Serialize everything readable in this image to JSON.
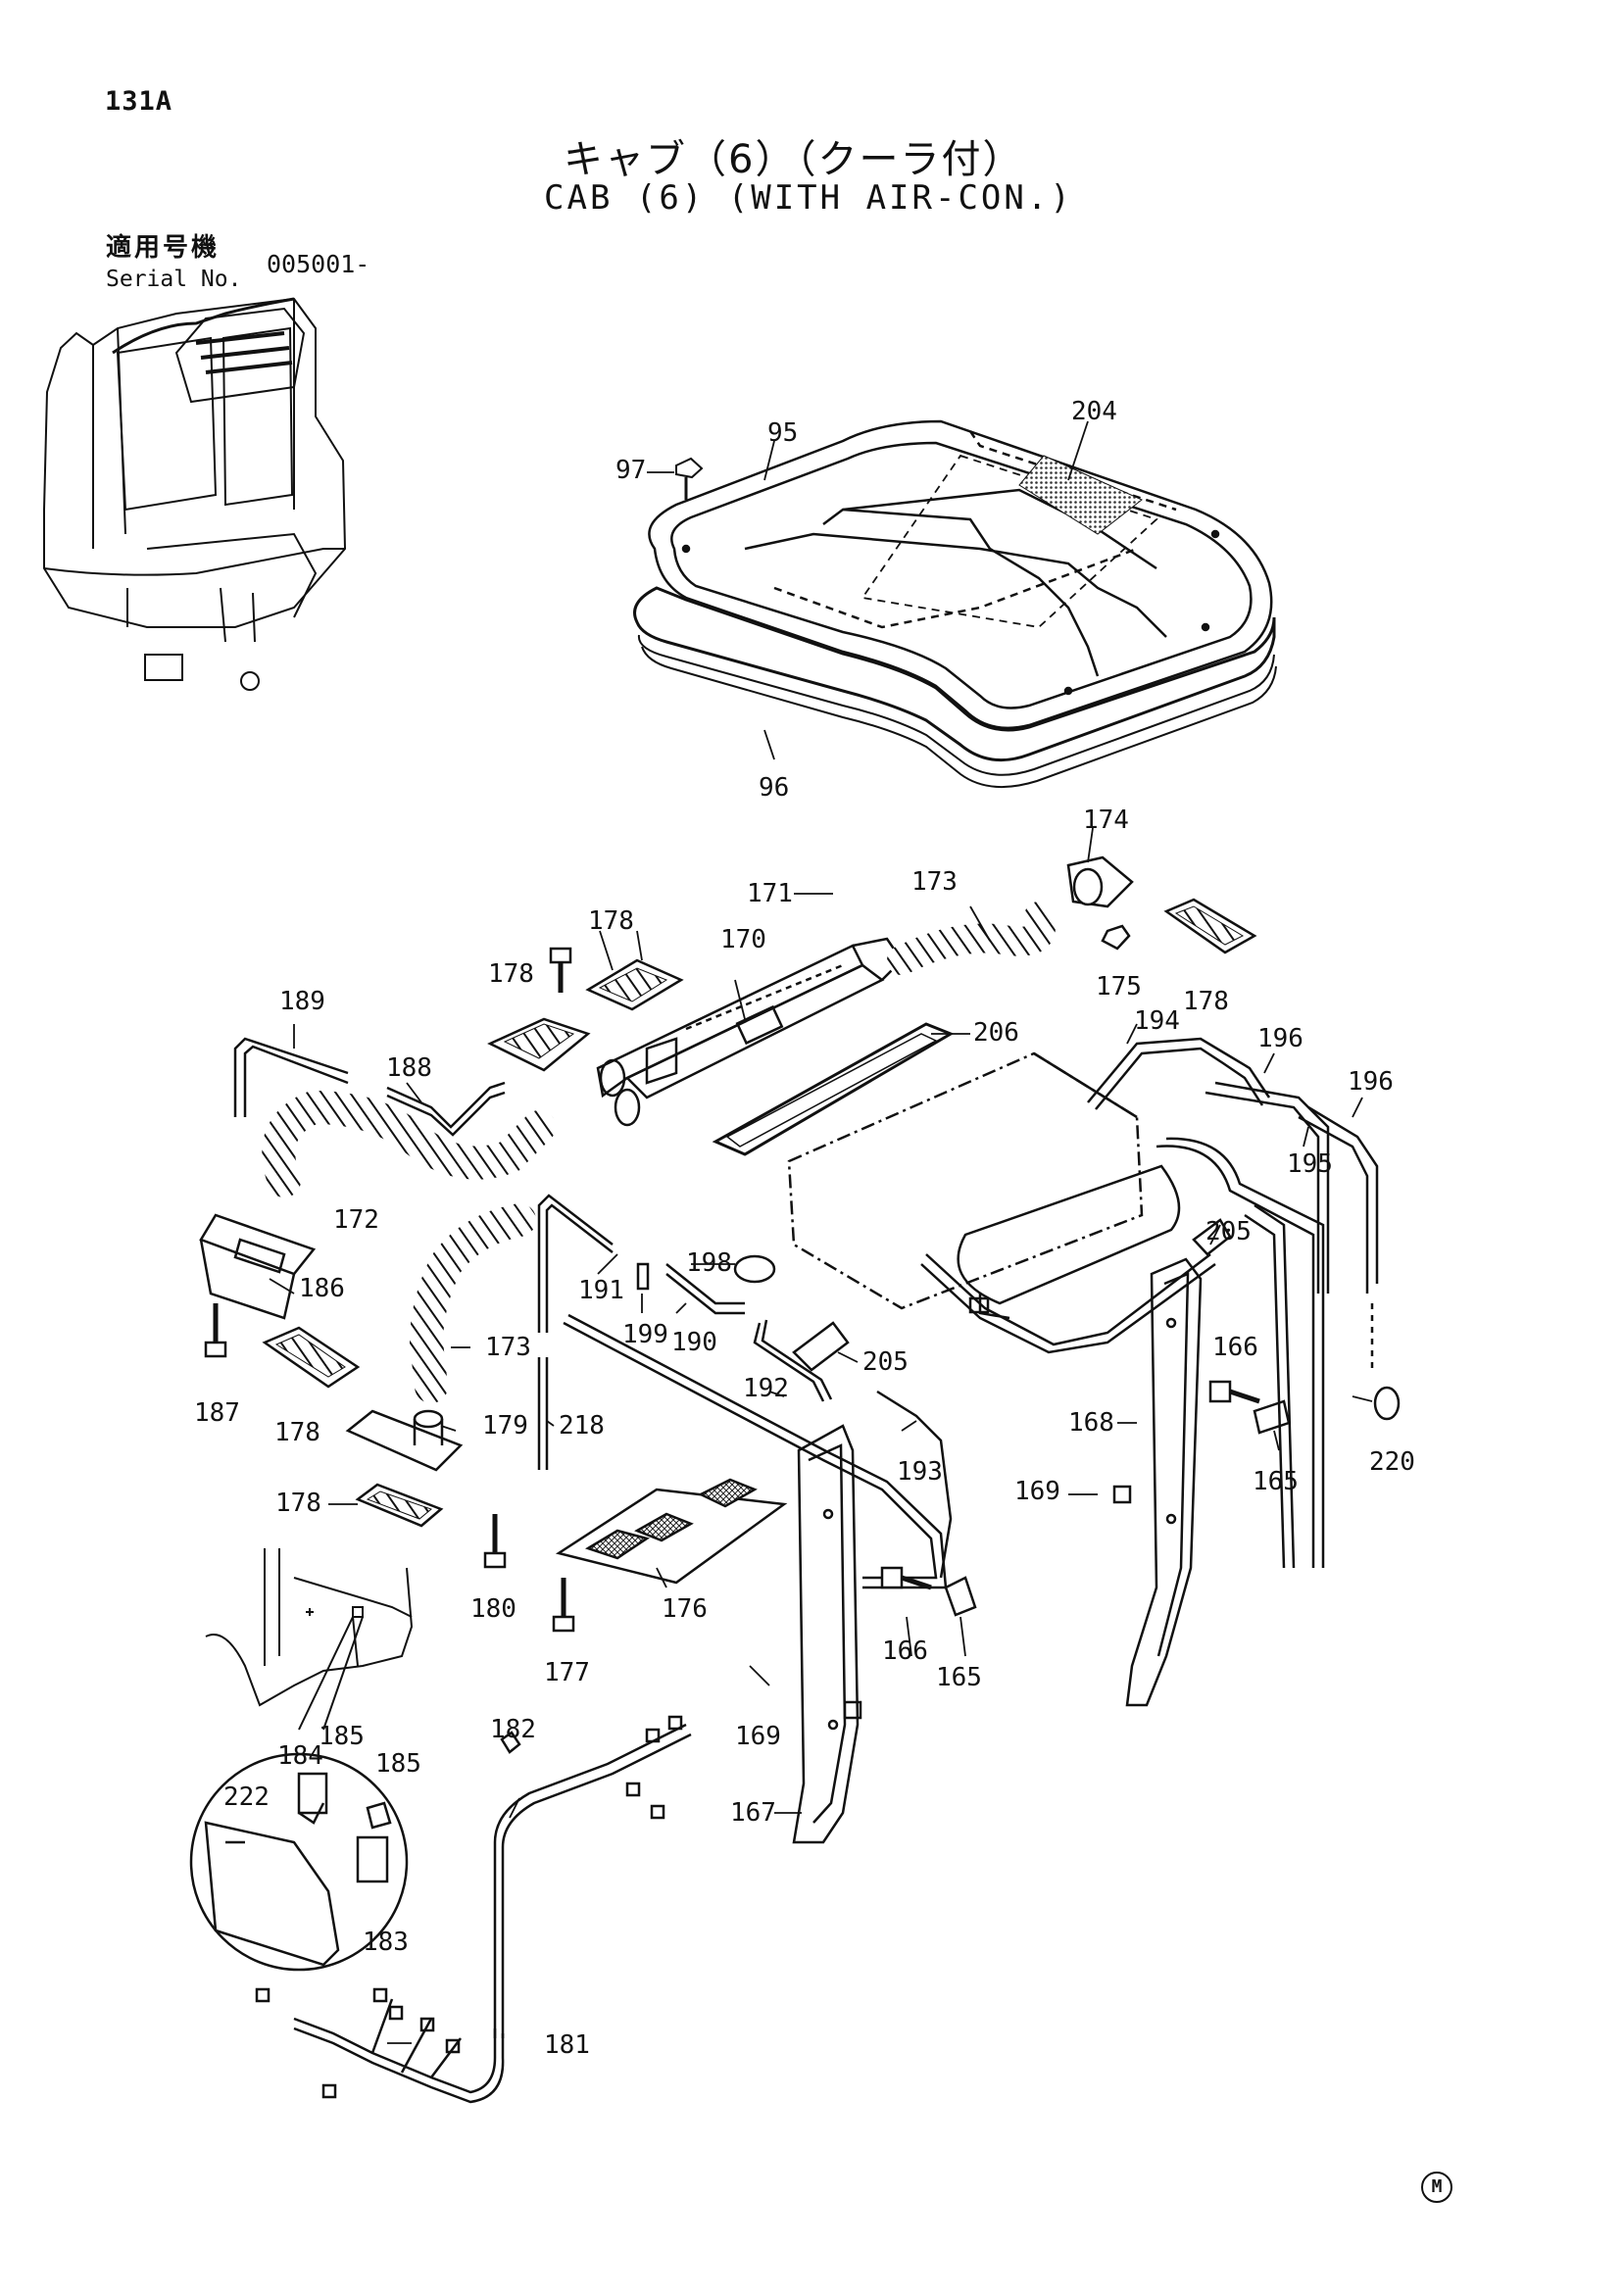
{
  "page": {
    "number": "131A",
    "title_jp": "キャブ（6）（クーラ付）",
    "title_en": "CAB (6) (WITH AIR-CON.)",
    "serial_label_jp": "適用号機",
    "serial_label_en": "Serial No.",
    "serial_value": "005001-",
    "mark": "M"
  },
  "icons": {
    "cab-thumbnail": "cab-illustration",
    "mark": "circled-m"
  },
  "callouts": [
    {
      "id": "c204",
      "label": "204"
    },
    {
      "id": "c95",
      "label": "95"
    },
    {
      "id": "c97",
      "label": "97"
    },
    {
      "id": "c96",
      "label": "96"
    },
    {
      "id": "c174",
      "label": "174"
    },
    {
      "id": "c171",
      "label": "171"
    },
    {
      "id": "c173a",
      "label": "173"
    },
    {
      "id": "c178a",
      "label": "178"
    },
    {
      "id": "c170",
      "label": "170"
    },
    {
      "id": "c178b",
      "label": "178"
    },
    {
      "id": "c175",
      "label": "175"
    },
    {
      "id": "c178c",
      "label": "178"
    },
    {
      "id": "c189",
      "label": "189"
    },
    {
      "id": "c188",
      "label": "188"
    },
    {
      "id": "c206",
      "label": "206"
    },
    {
      "id": "c194",
      "label": "194"
    },
    {
      "id": "c196a",
      "label": "196"
    },
    {
      "id": "c196b",
      "label": "196"
    },
    {
      "id": "c195",
      "label": "195"
    },
    {
      "id": "c172",
      "label": "172"
    },
    {
      "id": "c205a",
      "label": "205"
    },
    {
      "id": "c186",
      "label": "186"
    },
    {
      "id": "c191",
      "label": "191"
    },
    {
      "id": "c198",
      "label": "198"
    },
    {
      "id": "c199",
      "label": "199"
    },
    {
      "id": "c190",
      "label": "190"
    },
    {
      "id": "c205b",
      "label": "205"
    },
    {
      "id": "c173b",
      "label": "173"
    },
    {
      "id": "c187",
      "label": "187"
    },
    {
      "id": "c192",
      "label": "192"
    },
    {
      "id": "c166a",
      "label": "166"
    },
    {
      "id": "c178d",
      "label": "178"
    },
    {
      "id": "c179",
      "label": "179"
    },
    {
      "id": "c218",
      "label": "218"
    },
    {
      "id": "c193",
      "label": "193"
    },
    {
      "id": "c168",
      "label": "168"
    },
    {
      "id": "c220",
      "label": "220"
    },
    {
      "id": "c165a",
      "label": "165"
    },
    {
      "id": "c178e",
      "label": "178"
    },
    {
      "id": "c169a",
      "label": "169"
    },
    {
      "id": "c180",
      "label": "180"
    },
    {
      "id": "c176",
      "label": "176"
    },
    {
      "id": "c177",
      "label": "177"
    },
    {
      "id": "c166b",
      "label": "166"
    },
    {
      "id": "c165b",
      "label": "165"
    },
    {
      "id": "c169b",
      "label": "169"
    },
    {
      "id": "c185a",
      "label": "185"
    },
    {
      "id": "c184",
      "label": "184"
    },
    {
      "id": "c185b",
      "label": "185"
    },
    {
      "id": "c182",
      "label": "182"
    },
    {
      "id": "c222",
      "label": "222"
    },
    {
      "id": "c167",
      "label": "167"
    },
    {
      "id": "c183",
      "label": "183"
    },
    {
      "id": "c181",
      "label": "181"
    }
  ]
}
